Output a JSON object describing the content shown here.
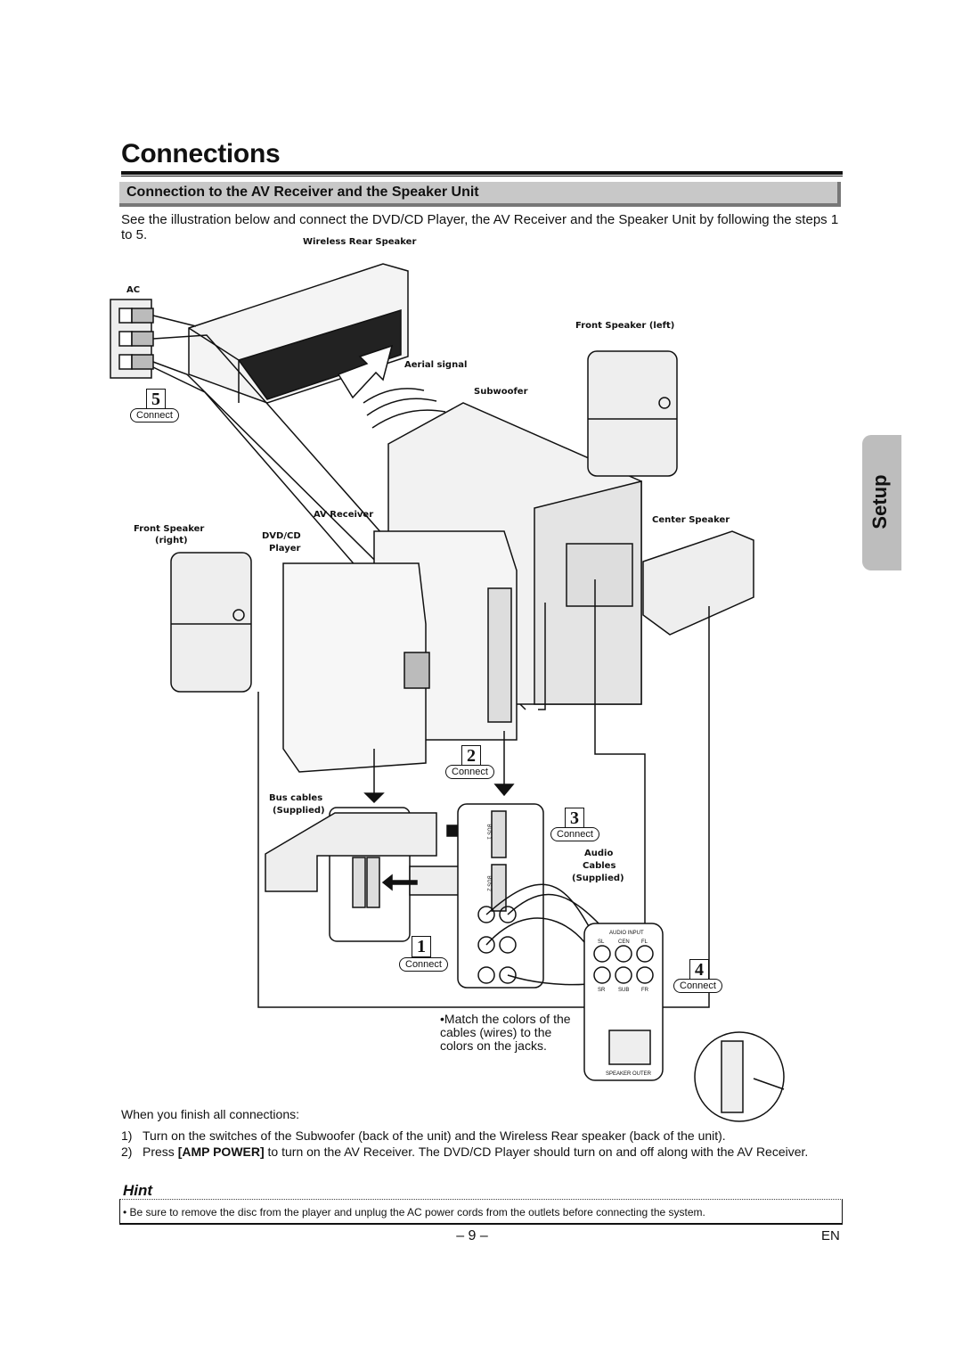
{
  "page": {
    "title": "Connections",
    "section_heading": "Connection to the AV Receiver and the Speaker Unit",
    "intro": "See the illustration below and connect the DVD/CD Player, the AV Receiver and the Speaker Unit by following the steps 1 to 5.",
    "side_tab": "Setup"
  },
  "diagram": {
    "labels": {
      "wireless_rear_speaker": "Wireless Rear Speaker",
      "ac": "AC",
      "front_speaker_left": "Front Speaker (left)",
      "aerial_signal": "Aerial signal",
      "subwoofer": "Subwoofer",
      "av_receiver": "AV Receiver",
      "center_speaker": "Center Speaker",
      "front_speaker_right_1": "Front Speaker",
      "front_speaker_right_2": "(right)",
      "dvd_cd_player_1": "DVD/CD",
      "dvd_cd_player_2": "Player",
      "bus_cables_1": "Bus cables",
      "bus_cables_2": "(Supplied)",
      "audio_cables_1": "Audio",
      "audio_cables_2": "Cables",
      "audio_cables_3": "(Supplied)",
      "audio_input": "AUDIO INPUT",
      "speaker_outer": "SPEAKER OUTER",
      "bus1": "BUS 1",
      "bus2": "BUS 2",
      "jack_sl": "SL",
      "jack_cen": "CEN",
      "jack_fl": "FL",
      "jack_sr": "SR",
      "jack_sub": "SUB",
      "jack_fr": "FR"
    },
    "steps": [
      {
        "number": "1",
        "text": "Connect"
      },
      {
        "number": "2",
        "text": "Connect"
      },
      {
        "number": "3",
        "text": "Connect"
      },
      {
        "number": "4",
        "text": "Connect"
      },
      {
        "number": "5",
        "text": "Connect"
      }
    ],
    "match_note": "•Match the colors of the cables (wires) to the colors on the jacks."
  },
  "after": {
    "finish_text": "When you finish all connections:",
    "steps": [
      {
        "num": "1)",
        "text": "Turn on the switches of the Subwoofer (back of the unit) and the Wireless Rear speaker (back of the unit)."
      },
      {
        "num": "2)",
        "pre": "Press ",
        "bold": "[AMP POWER]",
        "post": " to turn on the AV Receiver. The DVD/CD Player should turn on and off along with the AV Receiver."
      }
    ]
  },
  "hint": {
    "title": "Hint",
    "text": "• Be sure to remove the disc from the player and unplug the AC power cords from the outlets before connecting the system."
  },
  "footer": {
    "page_number": "– 9 –",
    "language": "EN"
  }
}
